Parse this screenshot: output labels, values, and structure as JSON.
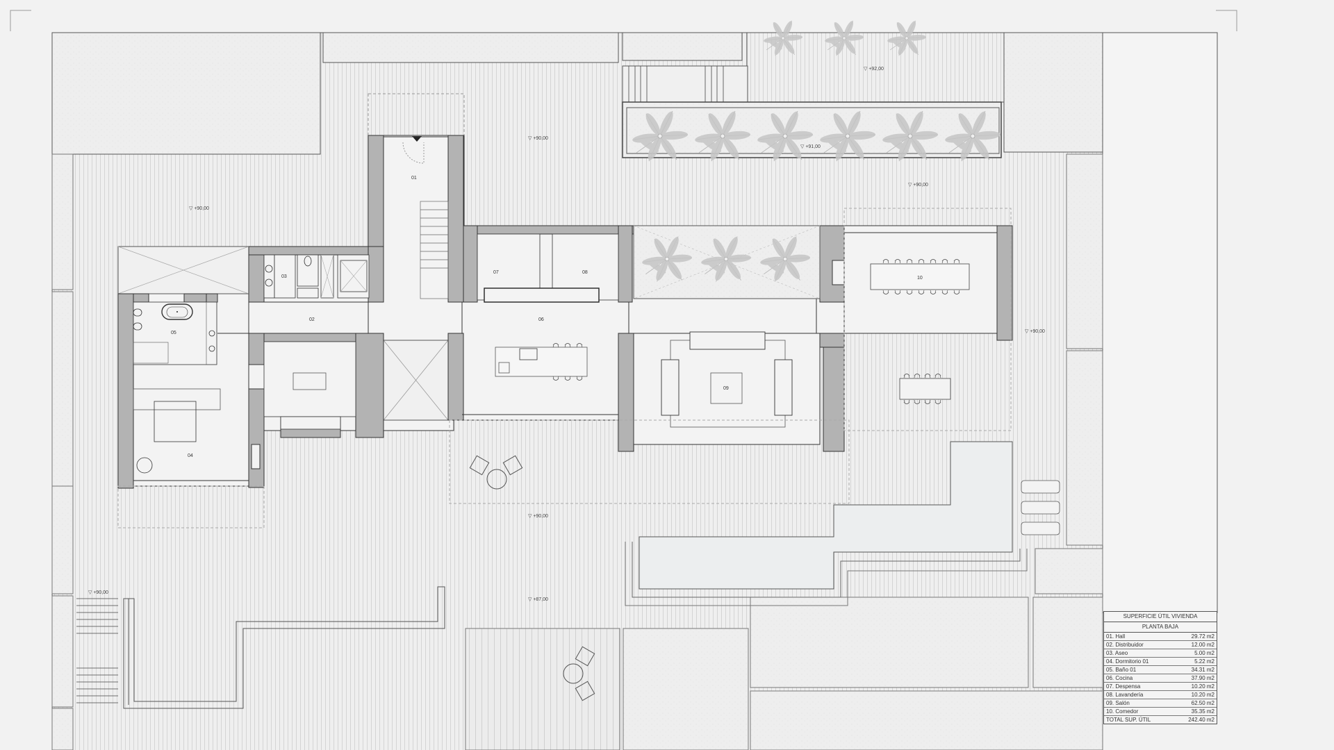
{
  "drawing": {
    "type": "architectural-floor-plan",
    "level": "Planta Baja",
    "colors": {
      "background": "#f2f2f2",
      "wall": "#b3b3b3",
      "line": "#333333",
      "deck": "#e8e8e8",
      "pool": "#eceeef",
      "plant": "#bdbdbd"
    }
  },
  "rooms": [
    {
      "id": "01",
      "label": "01"
    },
    {
      "id": "02",
      "label": "02"
    },
    {
      "id": "03",
      "label": "03"
    },
    {
      "id": "04",
      "label": "04"
    },
    {
      "id": "05",
      "label": "05"
    },
    {
      "id": "06",
      "label": "06"
    },
    {
      "id": "07",
      "label": "07"
    },
    {
      "id": "08",
      "label": "08"
    },
    {
      "id": "09",
      "label": "09"
    },
    {
      "id": "10",
      "label": "10"
    }
  ],
  "elevations": [
    {
      "label": "+90,00"
    },
    {
      "label": "+90,00"
    },
    {
      "label": "+92,00"
    },
    {
      "label": "+91,00"
    },
    {
      "label": "+90,00"
    },
    {
      "label": "+90,00"
    },
    {
      "label": "+90,00"
    },
    {
      "label": "+87,00"
    },
    {
      "label": "+90,00"
    }
  ],
  "area_table": {
    "title": "SUPERFICIE ÚTIL VIVIENDA",
    "subtitle": "PLANTA BAJA",
    "rows": [
      {
        "name": "01. Hall",
        "area": "29.72 m2"
      },
      {
        "name": "02. Distribuidor",
        "area": "12.00 m2"
      },
      {
        "name": "03. Aseo",
        "area": "5.00 m2"
      },
      {
        "name": "04. Dormitorio 01",
        "area": "5.22 m2"
      },
      {
        "name": "05. Baño 01",
        "area": "34.31 m2"
      },
      {
        "name": "06. Cocina",
        "area": "37.90 m2"
      },
      {
        "name": "07. Despensa",
        "area": "10.20 m2"
      },
      {
        "name": "08. Lavandería",
        "area": "10.20 m2"
      },
      {
        "name": "09. Salón",
        "area": "62.50 m2"
      },
      {
        "name": "10. Comedor",
        "area": "35.35 m2"
      }
    ],
    "total": {
      "name": "TOTAL SUP. ÚTIL",
      "area": "242.40 m2"
    }
  }
}
